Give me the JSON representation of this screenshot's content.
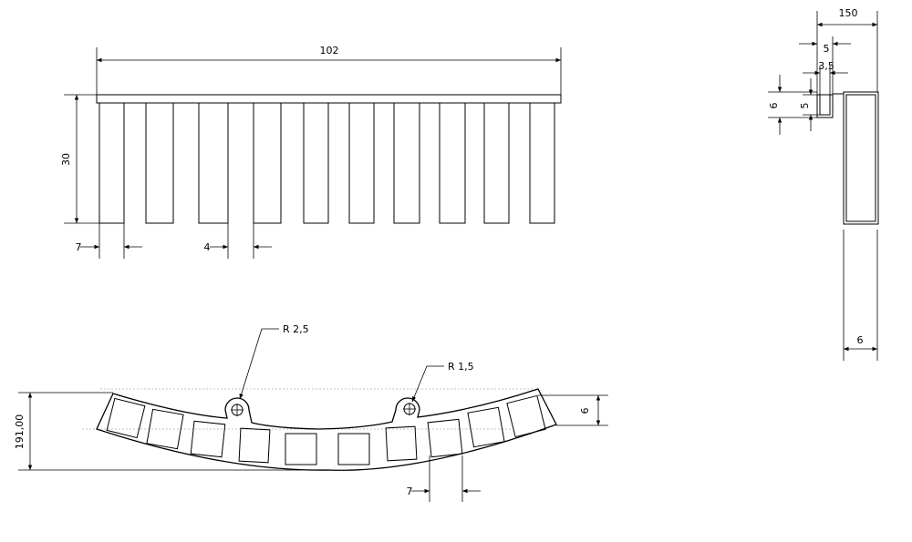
{
  "dimensions": {
    "overall_length": "102",
    "tooth_height": "30",
    "gap_width": "7",
    "tooth_width": "4",
    "side_total": "150",
    "side_slot": "5",
    "side_wall": "3,5",
    "side_flange": "6",
    "side_lip": "5",
    "side_thickness": "6",
    "radius_large": "R 2,5",
    "radius_small": "R 1,5",
    "arc_height": "191,00",
    "arc_step": "6",
    "arc_gap": "7"
  }
}
